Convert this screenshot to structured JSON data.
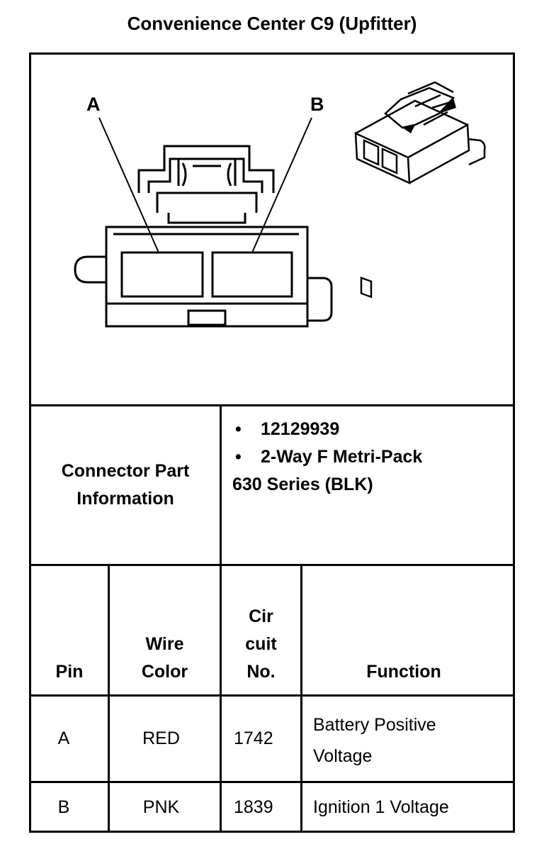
{
  "title": "Convenience Center C9 (Upfitter)",
  "diagram": {
    "label_a": "A",
    "label_b": "B"
  },
  "part_info": {
    "header_line1": "Connector Part",
    "header_line2": "Information",
    "bullet": "•",
    "item1": "12129939",
    "item2": "2-Way F Metri-Pack",
    "item2_cont": "630 Series (BLK)"
  },
  "table": {
    "headers": {
      "pin": "Pin",
      "wire_line1": "Wire",
      "wire_line2": "Color",
      "circuit_line1": "Cir",
      "circuit_line2": "cuit",
      "circuit_line3": "No.",
      "function": "Function"
    },
    "rows": [
      {
        "pin": "A",
        "wire": "RED",
        "circuit": "1742",
        "function_line1": "Battery Positive",
        "function_line2": "Voltage"
      },
      {
        "pin": "B",
        "wire": "PNK",
        "circuit": "1839",
        "function_line1": "Ignition 1 Voltage",
        "function_line2": ""
      }
    ]
  }
}
